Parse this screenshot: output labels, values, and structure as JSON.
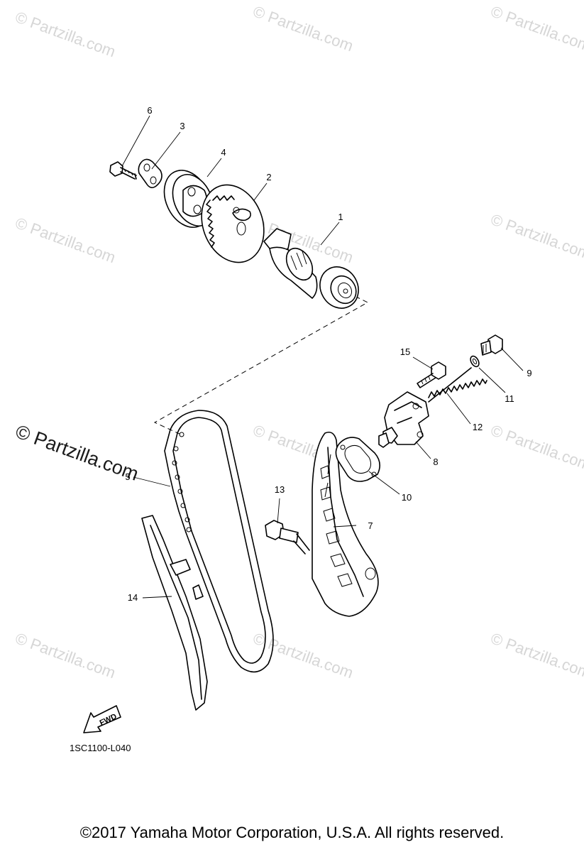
{
  "watermark": {
    "text": "© Partzilla.com",
    "highlighted_text": "© Partzilla.com"
  },
  "diagram_code": "1SC1100-L040",
  "fwd_label": "FWD",
  "callouts": {
    "p1": "1",
    "p2": "2",
    "p3": "3",
    "p4": "4",
    "p5": "5",
    "p6": "6",
    "p7": "7",
    "p8": "8",
    "p9": "9",
    "p10": "10",
    "p11": "11",
    "p12": "12",
    "p13": "13",
    "p14": "14",
    "p15": "15"
  },
  "copyright": "©2017  Yamaha Motor Corporation, U.S.A. All rights reserved."
}
